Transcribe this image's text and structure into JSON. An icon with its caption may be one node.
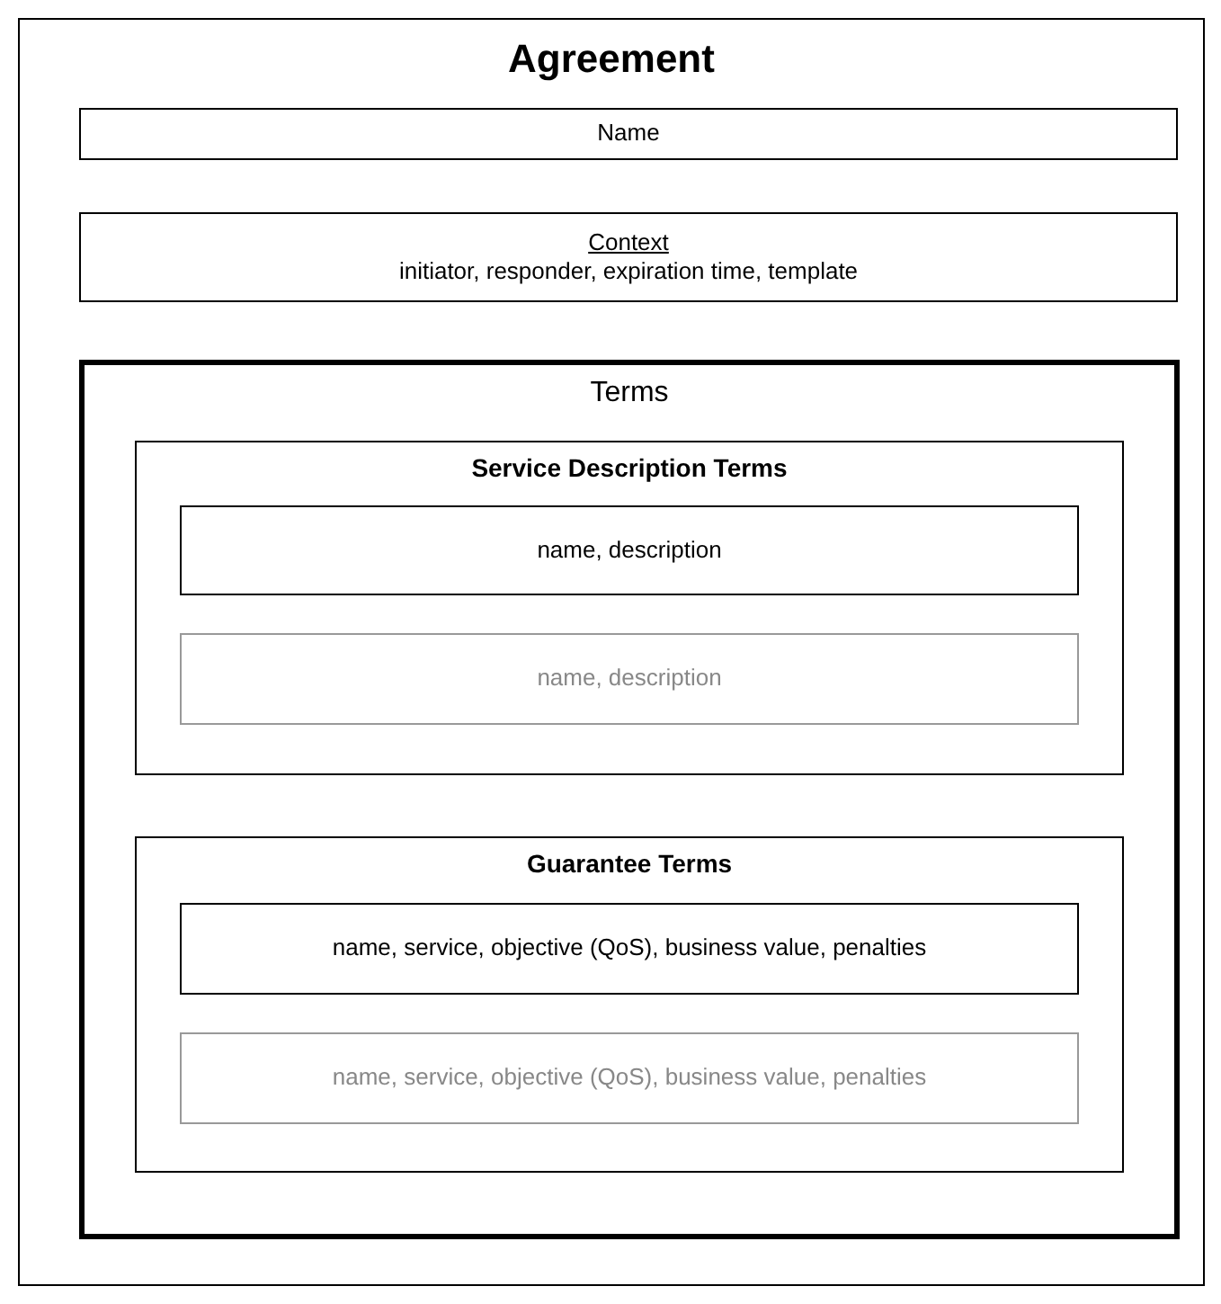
{
  "diagram": {
    "nodes": [
      {
        "text": [
          "Agreement"
        ]
      },
      {
        "text": [
          "Name"
        ],
        "in": 0
      },
      {
        "text": [
          "Context",
          "initiator, responder, expiration time, template"
        ],
        "in": 0
      },
      {
        "text": [
          "Terms"
        ],
        "in": 0
      },
      {
        "text": [
          "Service Description Terms"
        ],
        "in": 3
      },
      {
        "text": [
          "name, description"
        ],
        "in": 4
      },
      {
        "text": [
          "name, description"
        ],
        "in": 4
      },
      {
        "text": [
          "Guarantee Terms"
        ],
        "in": 3
      },
      {
        "text": [
          "name, service, objective (QoS), business value, penalties"
        ],
        "in": 7
      },
      {
        "text": [
          "name, service, objective (QoS), business value, penalties"
        ],
        "in": 7
      }
    ]
  }
}
